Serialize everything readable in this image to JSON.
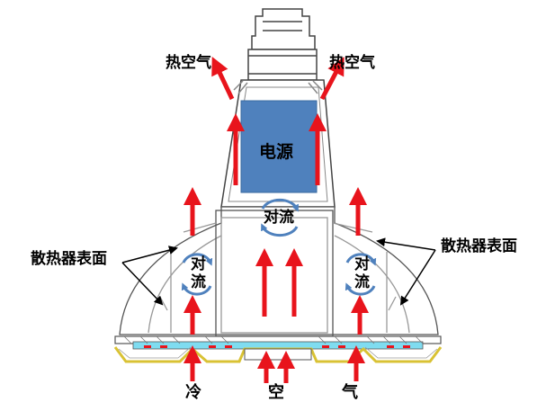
{
  "labels": {
    "hot_air_left": "热空气",
    "hot_air_right": "热空气",
    "power_supply": "电源",
    "convection_center": "对流",
    "convection_left_1": "对",
    "convection_left_2": "流",
    "convection_right_1": "对",
    "convection_right_2": "流",
    "heatsink_surface_left": "散热器表面",
    "heatsink_surface_right": "散热器表面",
    "cold_1": "冷",
    "cold_2": "空",
    "cold_3": "气"
  },
  "colors": {
    "arrow": "#e8141c",
    "power_box": "#4f81bd",
    "convection_arc": "#4f81bd",
    "window": "#7fdcf0",
    "lens_frame": "#e6d23a",
    "outline": "#444444"
  }
}
